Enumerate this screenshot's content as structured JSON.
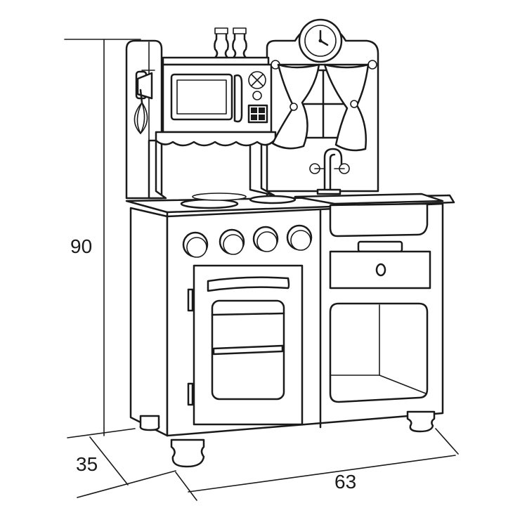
{
  "dimensions": {
    "height": "90",
    "depth": "35",
    "width": "63"
  }
}
